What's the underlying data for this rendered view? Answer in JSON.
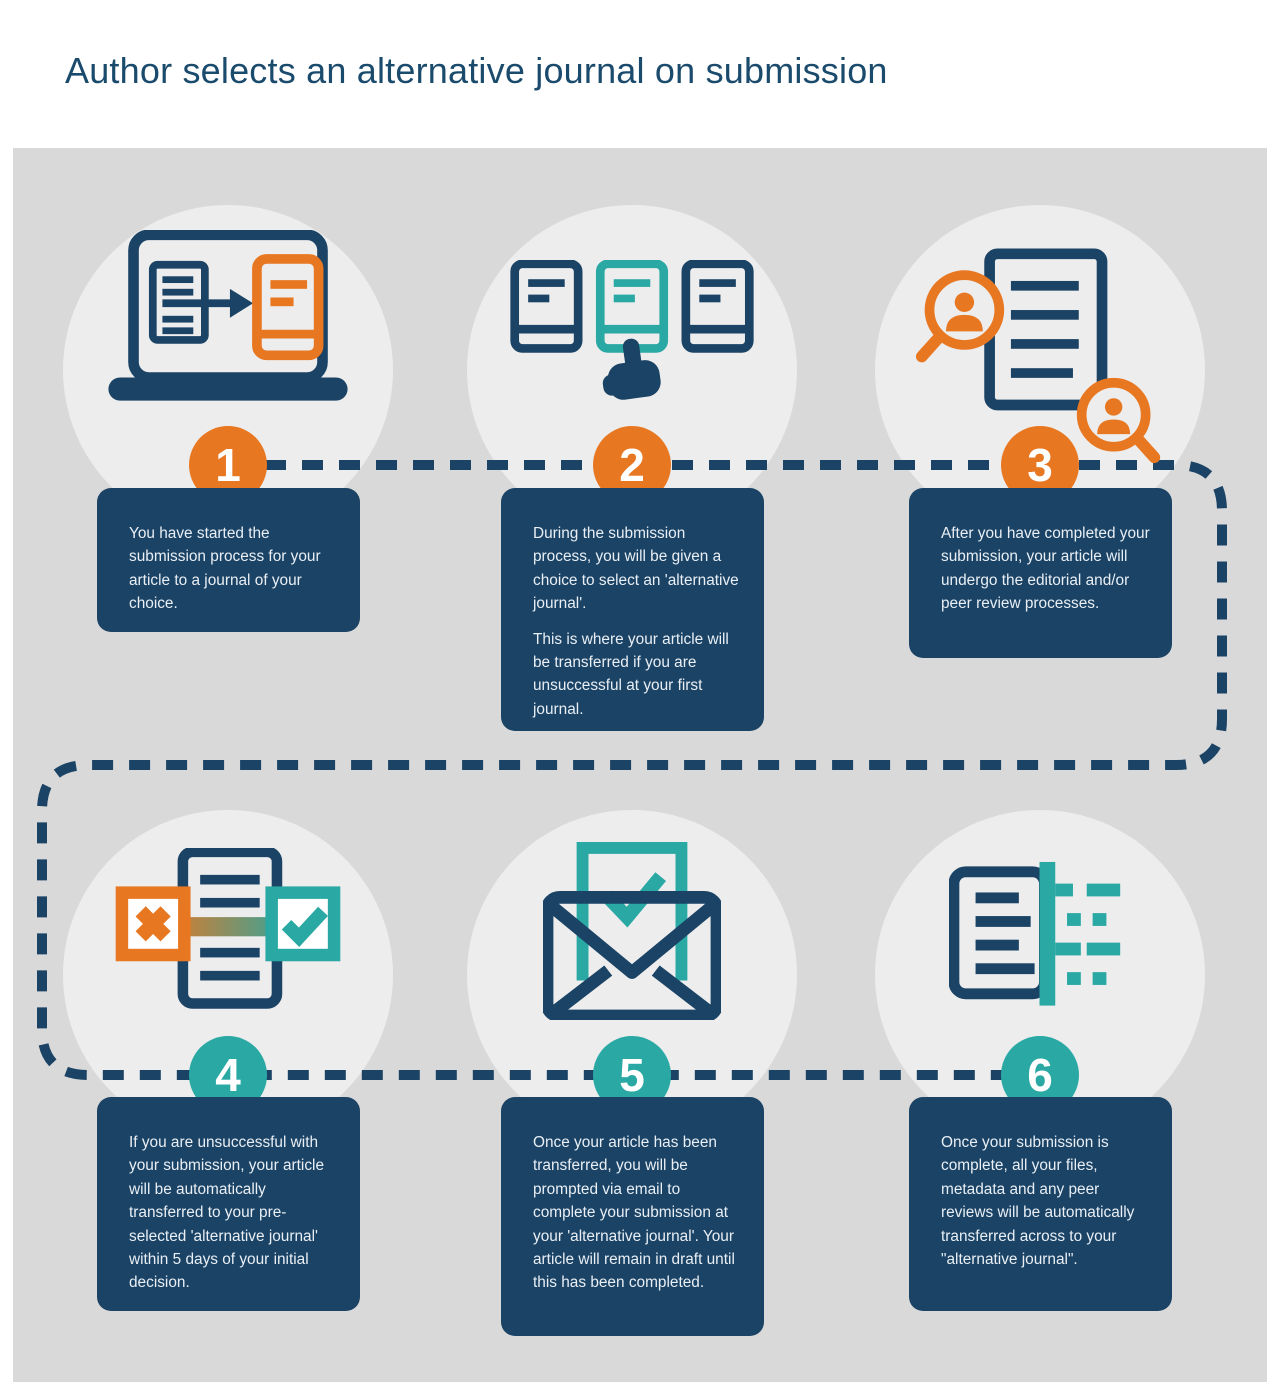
{
  "title": "Author selects an alternative journal on submission",
  "colors": {
    "navy": "#1B4365",
    "orange": "#E87722",
    "teal": "#29A8A4",
    "panel_bg": "#D9D9D9",
    "circle_bg": "#EDEDED",
    "box_text": "#E9EFF5",
    "title_color": "#1A4A6C",
    "page_bg": "#FFFFFF"
  },
  "steps": [
    {
      "number": "1",
      "icon": "submit-to-journal-icon",
      "text": [
        "You have started the submission process for your article to a journal of your choice."
      ]
    },
    {
      "number": "2",
      "icon": "choose-alternative-journal-icon",
      "text": [
        "During the submission process, you will be given a choice to select an 'alternative journal'.",
        "This is where your article will be transferred if you are unsuccessful at your first journal."
      ]
    },
    {
      "number": "3",
      "icon": "editorial-peer-review-icon",
      "text": [
        "After you have completed your submission, your article will undergo the editorial and/or peer review processes."
      ]
    },
    {
      "number": "4",
      "icon": "automatic-transfer-decision-icon",
      "text": [
        "If you are unsuccessful with your submission, your article will be automatically transferred to your pre-selected 'alternative journal' within 5 days of your initial decision."
      ]
    },
    {
      "number": "5",
      "icon": "email-prompt-icon",
      "text": [
        "Once your article has been transferred, you will be prompted via email to complete your submission at your 'alternative journal'. Your article will remain in draft until this has been completed."
      ]
    },
    {
      "number": "6",
      "icon": "metadata-transfer-icon",
      "text": [
        "Once your submission is complete, all your files, metadata and any peer reviews will be automatically transferred across to your \"alternative journal\"."
      ]
    }
  ]
}
